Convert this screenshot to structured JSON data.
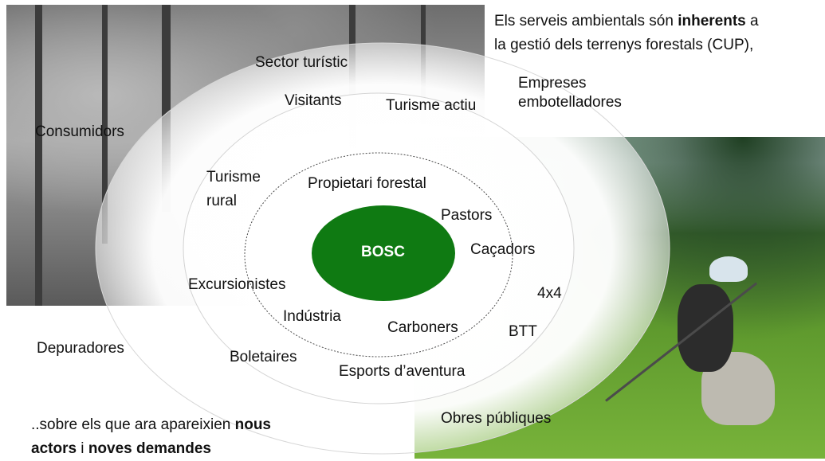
{
  "top_note": {
    "prefix": "Els serveis ambientals són ",
    "bold": "inherents",
    "suffix": " a",
    "line2": "la gestió dels terrenys forestals (CUP),"
  },
  "center": {
    "label": "BOSC",
    "color": "#0f7a12"
  },
  "inner_ring": {
    "propietari": "Propietari forestal",
    "pastors": "Pastors",
    "cacadors": "Caçadors",
    "carboners": "Carboners",
    "industria": "Indústria",
    "excursionistes": "Excursionistes"
  },
  "middle_ring": {
    "visitants": "Visitants",
    "turisme_actiu": "Turisme actiu",
    "turisme_rural_1": "Turisme",
    "turisme_rural_2": "rural",
    "x4x4": "4x4",
    "btt": "BTT",
    "boletaires": "Boletaires",
    "esports": "Esports d’aventura"
  },
  "outer_ring": {
    "sector_turistic": "Sector turístic",
    "empreses_1": "Empreses",
    "empreses_2": "embotelladores",
    "consumidors": "Consumidors",
    "depuradores": "Depuradores",
    "obres_publiques": "Obres públiques"
  },
  "bottom_note": {
    "prefix": "..sobre els que ara apareixien ",
    "bold1": "nous",
    "bold2": "actors",
    "mid": " i ",
    "bold3": "noves demandes"
  }
}
